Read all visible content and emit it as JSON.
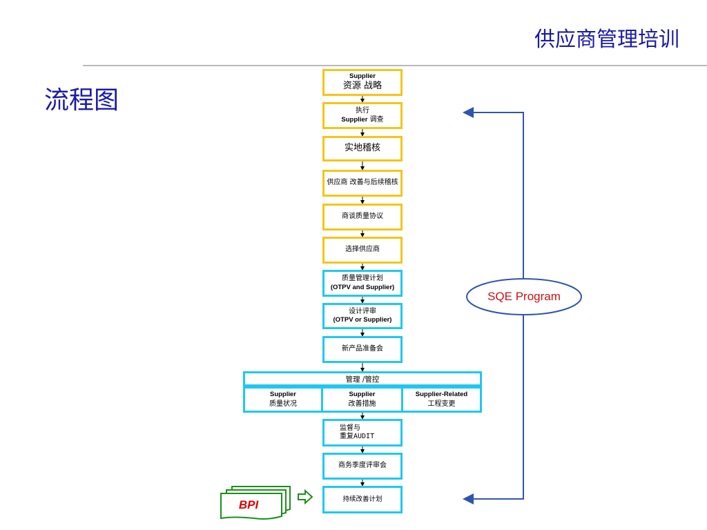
{
  "header": {
    "title": "供应商管理培训"
  },
  "page": {
    "heading": "流程图"
  },
  "flow": {
    "step1": {
      "en": "Supplier",
      "cn": "资源  战略"
    },
    "step2": {
      "cn1": "执行",
      "en": "Supplier",
      "cn2": " 调查"
    },
    "step3": {
      "cn": "实地稽核"
    },
    "step4": {
      "cn": "供应商  改善与后续稽核"
    },
    "step5": {
      "cn": "商谈质量协议"
    },
    "step6": {
      "cn": "选择供应商"
    },
    "step7": {
      "cn": "质量管理计划",
      "en": "(OTPV and Supplier)"
    },
    "step8": {
      "cn": "设计评审",
      "en": "(OTPV or Supplier)"
    },
    "step9": {
      "cn": "新产品准备会"
    },
    "manage": {
      "label": "管理 /管控",
      "sub1": {
        "en": "Supplier",
        "cn": "质量状况"
      },
      "sub2": {
        "en": "Supplier",
        "cn": "改善措施"
      },
      "sub3": {
        "en": "Supplier-Related",
        "cn": "工程变更"
      }
    },
    "step10": {
      "cn1": "监督与",
      "cn2": "重复AUDIT"
    },
    "step11": {
      "cn": "商务季度评审会"
    },
    "step12": {
      "cn": "持续改善计划"
    }
  },
  "sqe": {
    "label": "SQE Program"
  },
  "bpi": {
    "label": "BPI"
  },
  "colors": {
    "title": "#1a1aa8",
    "yellow_border": "#f5c518",
    "cyan_border": "#1ec8f0",
    "loop_line": "#2f54b0",
    "sqe_text": "#d01010",
    "bpi_green": "#1a8f1a",
    "bpi_text": "#e00000"
  }
}
